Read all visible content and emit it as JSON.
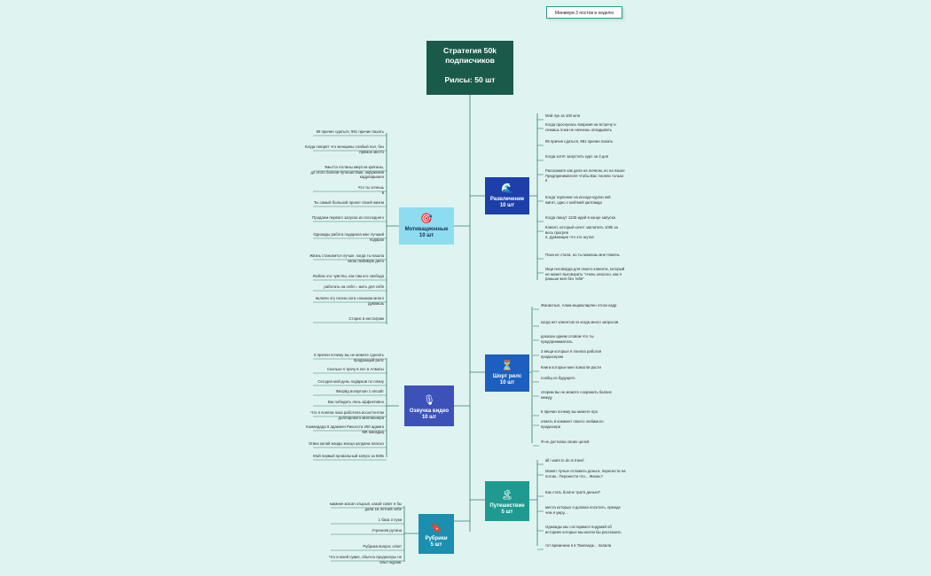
{
  "note": "Минимум 3 постов в неделю",
  "root": {
    "line1": "Стратегия 50k",
    "line2": "подписчиков",
    "line3": "Рилсы: 50 шт"
  },
  "branches": {
    "motivational": {
      "title": "Мотивационные\n10 шт",
      "icon": "target-icon",
      "color": "#8ddcf0",
      "items": [
        "99 причин сдаться, 991 причин пахать",
        "Когда говорят что женщины слабый пол, без\nпрямое место",
        "Ұмыттa Алланы көңіл кө қалғаны,\nдо этого болели путешествие, окружения\nкадрларымен",
        "Что ты хочешь\nв",
        "Ты самый большой проект своей жизни",
        "Продаем первого запуска из последнего",
        "Однажды работа подарила мне лучший\nподарок",
        "Жизнь становится лучше, когда ты нашла\nсвою любимую дело",
        "Люблю это чувство, как там его свобода",
        "работать на себя = жить для себя",
        "включи эту песню хога слишком много\nдумаешь",
        "Сторис в инстаграм"
      ]
    },
    "voiceover": {
      "title": "Озвучка видео\n10 шт",
      "icon": "microphone-icon",
      "color": "#3d52b8",
      "items": [
        "5 причин почему вы не можете сделать\nпродающий рилс",
        "Сколько я трачу в пес в Алматы",
        "Сегодня мой день подарков по плану",
        "Фиэрйд вогартхан 1 ипсайт",
        "Как победить лень эффективно",
        "Что я поняла пока работала ассистентом\nдолларового миллионера",
        "Командада 6 адамнен Рикосста 400 адамға\nМК жасадық",
        "Этика қалай жазды жасца қолдана аласыз",
        "Мой первый провальный запуск за 600к"
      ]
    },
    "rubrics": {
      "title": "Рубрики\n5 шт",
      "icon": "tag-icon",
      "color": "#1a8fb0",
      "items": [
        "мамине жасап отырып, какой совет я бы\nдала 15 летней себе",
        "1 база 3 луки",
        "Утренняя рутина",
        "Рубрика вопрос ответ",
        "Что в моей сумке, обычно продюсеры не\nвлыт журнаг"
      ]
    },
    "entertainment": {
      "title": "Развлечение\n10 шт",
      "icon": "wave-icon",
      "color": "#1d3faa",
      "items": [
        "Мой лук за 100 млн",
        "Когда проснулась вовремя на встречу и\nлежишь пока не начнешь опаздывать",
        "99 причин сдаться, 991 причин пахать",
        "Когда хотят запустить курс за 3 дня",
        "Расскажите как дела на личном, но на языке\nПредпринимателя чтобы Вас поняли только\nя",
        "Когда терпение на исходе-кургки кей\nжигит, одно с кейтмей қалтамда",
        "Когда пишут 1245 идей в конце запуска",
        "Клиент, который хочет заплатить 100k за\nвесь прогрев\nя, думающие что это шутка",
        "Пока не стала, но ты можешь мне помочь",
        "Ищи поговорда для своего клиента, который\nне может выговорить \"очень классно, как я\nраньше жил без тебя\""
      ]
    },
    "shorts": {
      "title": "Шорт рилс\n10 шт",
      "icon": "hourglass-icon",
      "color": "#1d5fbf",
      "items": [
        "Жанаспыл, Алма мыразларлен отсан кадр",
        "когда нет клиентов vs когда много запросов",
        "доказан одним словом что ты\nпредприниматель",
        "3 вещи которые я поняла работая\nпродюсером",
        "Книги которые мне помогли расти",
        "сообщ из будущего",
        "спорим вы не можете сохранить баланс\nмежду",
        "5 причин почему вы можете про",
        "отметь в коммент своего любимого\nпродюсера",
        "Я не достигаю своих целей"
      ]
    },
    "travel": {
      "title": "Путешествие\n5 шт",
      "icon": "island-icon",
      "color": "#1f9a90",
      "items": [
        "all i want to do is travel",
        "Может лучше отложить деньги, перенести на\nпотом.. Перенести что... Жизнь?",
        "Как стать богаче тратя деньги?",
        "места которых я должна посетить, прежде\nчем я умру...",
        "Однажды мы состаримся подумай об\nисториях которые мы могли бы рассказать",
        "тот временем я в Таиланде... папала"
      ]
    }
  }
}
